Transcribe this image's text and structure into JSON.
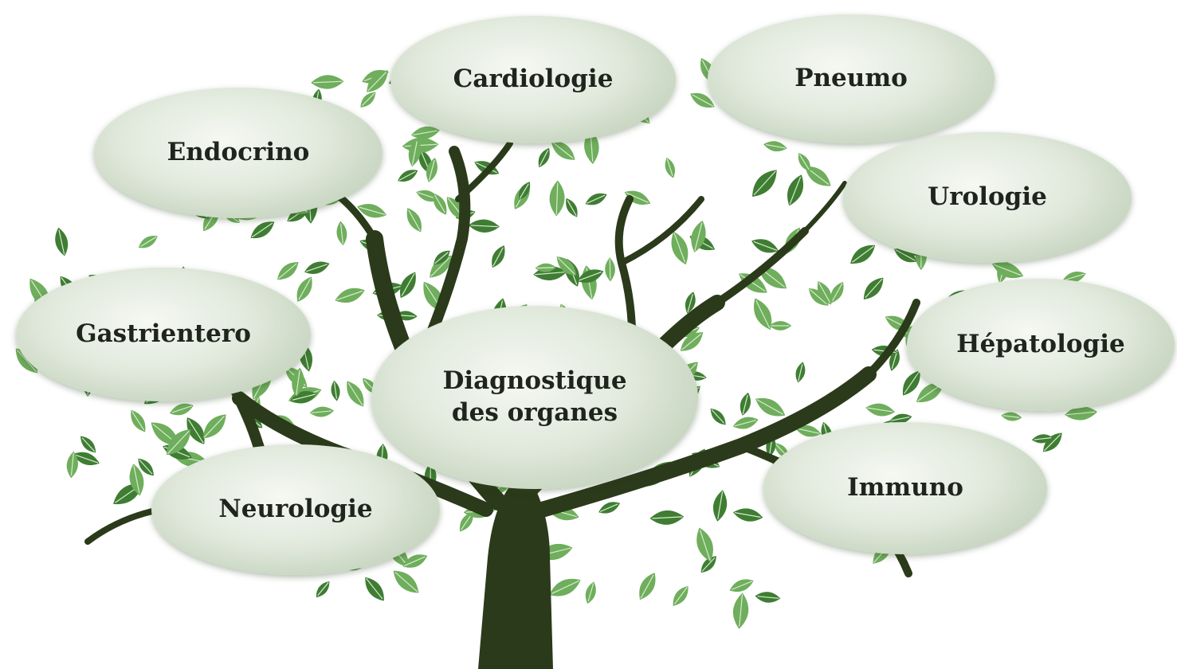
{
  "diagram": {
    "root": {
      "lines": [
        "Diagnostique",
        "des organes"
      ]
    },
    "branches": [
      {
        "id": "cardiologie",
        "label": "Cardiologie"
      },
      {
        "id": "pneumo",
        "label": "Pneumo"
      },
      {
        "id": "endocrino",
        "label": "Endocrino"
      },
      {
        "id": "urologie",
        "label": "Urologie"
      },
      {
        "id": "gastrientero",
        "label": "Gastrientero"
      },
      {
        "id": "hepatologie",
        "label": "Hépatologie"
      },
      {
        "id": "neurologie",
        "label": "Neurologie"
      },
      {
        "id": "immuno",
        "label": "Immuno"
      }
    ]
  },
  "colors": {
    "leaf_light": "#6fae5c",
    "leaf_dark": "#3f7d33",
    "trunk": "#2b3a1a",
    "bubble_center": "#f6f8f3",
    "bubble_edge": "#b3c6ab",
    "text": "#1f241c"
  },
  "icons": [
    "tree-illustration",
    "leaf-icon"
  ]
}
